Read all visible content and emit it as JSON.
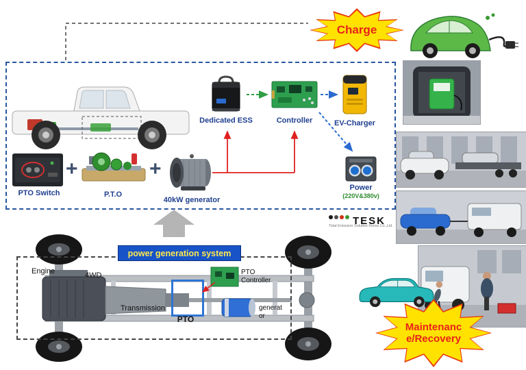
{
  "bursts": {
    "charge": "Charge",
    "maintenance_line1": "Maintenanc",
    "maintenance_line2": "e/Recovery"
  },
  "system": {
    "pto_switch_label": "PTO Switch",
    "plus1": "+",
    "pto_label": "P.T.O",
    "plus2": "+",
    "generator_label": "40kW generator",
    "ess_label": "Dedicated ESS",
    "controller_label": "Controller",
    "ev_charger_label": "EV-Charger",
    "power_label": "Power",
    "power_voltage": "(220V&380v)"
  },
  "logo": {
    "name": "TESK",
    "tagline": "Total Emission Solution Korea Co.,Ltd."
  },
  "chassis": {
    "banner": "power generation system",
    "engine": "Engine",
    "drive": "4WD",
    "transmission": "Transmission",
    "pto": "PTO",
    "pto_controller_l1": "PTO",
    "pto_controller_l2": "Controller",
    "generator_l1": "generat",
    "generator_l2": "or"
  },
  "colors": {
    "accent_blue": "#2855a0",
    "burst_yellow": "#ffe200",
    "burst_red": "#e8231a",
    "banner_blue": "#1853c8",
    "banner_text": "#ffe94d",
    "arrow_red": "#e02020",
    "arrow_green": "#2f9e44",
    "arrow_blue": "#2b6bd0",
    "label_navy": "#1f3f8f",
    "voltage_green": "#2e8b2e"
  }
}
